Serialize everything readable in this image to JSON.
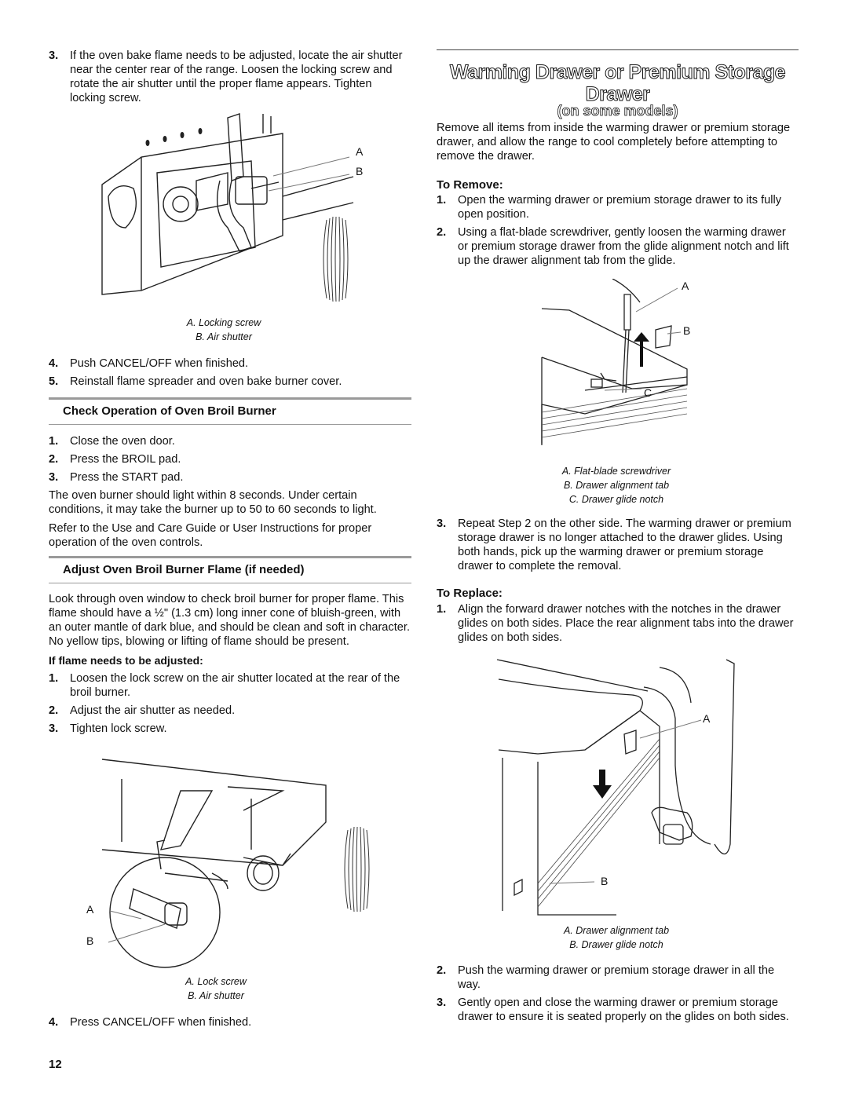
{
  "left": {
    "step3_intro": {
      "num": "3.",
      "text": "If the oven bake flame needs to be adjusted, locate the air shutter near the center rear of the range. Loosen the locking screw and rotate the air shutter until the proper flame appears. Tighten locking screw."
    },
    "fig1": {
      "label_a": "A",
      "label_b": "B",
      "caption_a": "A. Locking screw",
      "caption_b": "B. Air shutter"
    },
    "steps_after_fig1": [
      {
        "num": "4.",
        "text": "Push CANCEL/OFF when finished."
      },
      {
        "num": "5.",
        "text": "Reinstall flame spreader and oven bake burner cover."
      }
    ],
    "broil_check": {
      "heading": "Check Operation of Oven Broil Burner",
      "steps": [
        {
          "num": "1.",
          "text": "Close the oven door."
        },
        {
          "num": "2.",
          "text": "Press the BROIL pad."
        },
        {
          "num": "3.",
          "text": "Press the START pad."
        }
      ],
      "para1": "The oven burner should light within 8 seconds. Under certain conditions, it may take the burner up to 50 to 60 seconds to light.",
      "para2": "Refer to the Use and Care Guide or User Instructions for proper operation of the oven controls."
    },
    "broil_adjust": {
      "heading": "Adjust Oven Broil Burner Flame (if needed)",
      "para": "Look through oven window to check broil burner for proper flame. This flame should have a ½\" (1.3 cm) long inner cone of bluish-green, with an outer mantle of dark blue, and should be clean and soft in character. No yellow tips, blowing or lifting of flame should be present.",
      "subheading": "If flame needs to be adjusted:",
      "steps": [
        {
          "num": "1.",
          "text": "Loosen the lock screw on the air shutter located at the rear of the broil burner."
        },
        {
          "num": "2.",
          "text": "Adjust the air shutter as needed."
        },
        {
          "num": "3.",
          "text": "Tighten lock screw."
        }
      ]
    },
    "fig2": {
      "label_a": "A",
      "label_b": "B",
      "caption_a": "A. Lock screw",
      "caption_b": "B. Air shutter"
    },
    "final_step": {
      "num": "4.",
      "text": "Press CANCEL/OFF when finished."
    }
  },
  "right": {
    "title_line1": "Warming Drawer or Premium Storage",
    "title_line2": "Drawer",
    "subtitle": "(on some models)",
    "intro": "Remove all items from inside the warming drawer or premium storage drawer, and allow the range to cool completely before attempting to remove the drawer.",
    "remove": {
      "heading": "To Remove:",
      "steps": [
        {
          "num": "1.",
          "text": "Open the warming drawer or premium storage drawer to its fully open position."
        },
        {
          "num": "2.",
          "text": "Using a flat-blade screwdriver, gently loosen the warming drawer or premium storage drawer from the glide alignment notch and lift up the drawer alignment tab from the glide."
        }
      ],
      "fig": {
        "label_a": "A",
        "label_b": "B",
        "label_c": "C",
        "caption_a": "A. Flat-blade screwdriver",
        "caption_b": "B. Drawer alignment tab",
        "caption_c": "C. Drawer glide notch"
      },
      "step3": {
        "num": "3.",
        "text": "Repeat Step 2 on the other side. The warming drawer or premium storage drawer is no longer attached to the drawer glides. Using both hands, pick up the warming drawer or premium storage drawer to complete the removal."
      }
    },
    "replace": {
      "heading": "To Replace:",
      "step1": {
        "num": "1.",
        "text": "Align the forward drawer notches with the notches in the drawer glides on both sides. Place the rear alignment tabs into the drawer glides on both sides."
      },
      "fig": {
        "label_a": "A",
        "label_b": "B",
        "caption_a": "A. Drawer alignment tab",
        "caption_b": "B. Drawer glide notch"
      },
      "steps": [
        {
          "num": "2.",
          "text": "Push the warming drawer or premium storage drawer in all the way."
        },
        {
          "num": "3.",
          "text": "Gently open and close the warming drawer or premium storage drawer to ensure it is seated properly on the glides on both sides."
        }
      ]
    }
  },
  "page_number": "12"
}
